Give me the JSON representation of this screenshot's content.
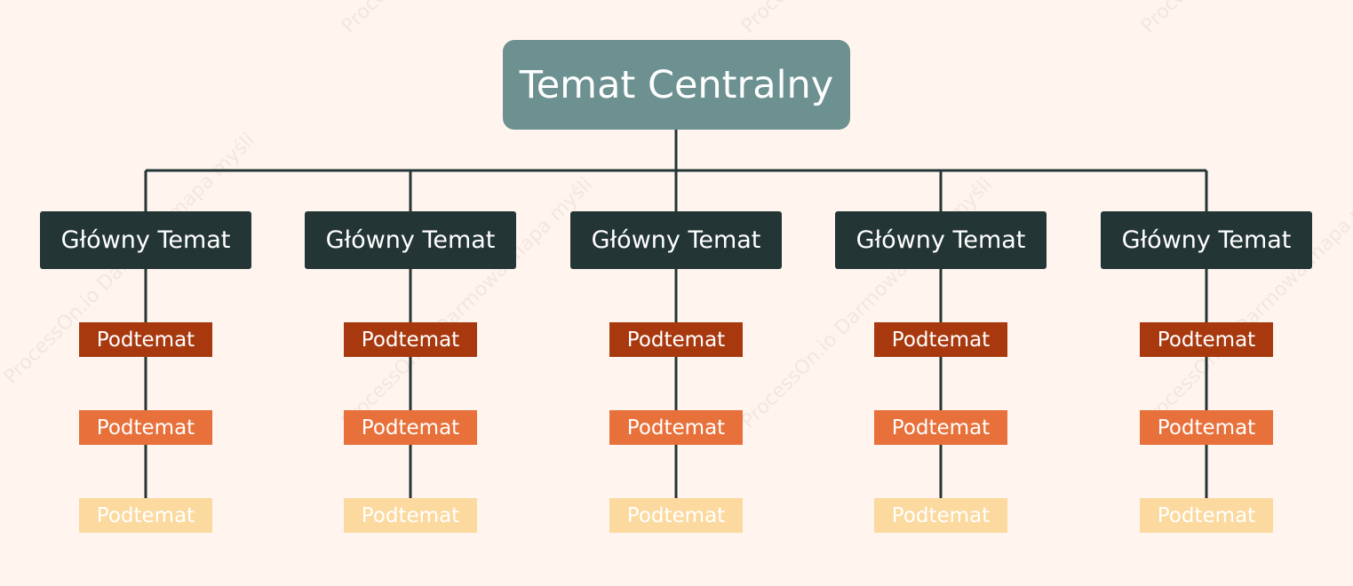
{
  "colors": {
    "background": "#fff5ee",
    "connector": "#243536",
    "central": "#6c9190",
    "main": "#243536",
    "sub_level_1": "#a8390f",
    "sub_level_2": "#e8703a",
    "sub_level_3": "#fbd99f",
    "text": "#ffffff"
  },
  "central": {
    "label": "Temat Centralny"
  },
  "branches": [
    {
      "label": "Główny Temat",
      "subtopics": [
        "Podtemat",
        "Podtemat",
        "Podtemat"
      ]
    },
    {
      "label": "Główny Temat",
      "subtopics": [
        "Podtemat",
        "Podtemat",
        "Podtemat"
      ]
    },
    {
      "label": "Główny Temat",
      "subtopics": [
        "Podtemat",
        "Podtemat",
        "Podtemat"
      ]
    },
    {
      "label": "Główny Temat",
      "subtopics": [
        "Podtemat",
        "Podtemat",
        "Podtemat"
      ]
    },
    {
      "label": "Główny Temat",
      "subtopics": [
        "Podtemat",
        "Podtemat",
        "Podtemat"
      ]
    }
  ],
  "watermark": {
    "text": "ProcessOn.io Darmowa mapa myśli"
  }
}
